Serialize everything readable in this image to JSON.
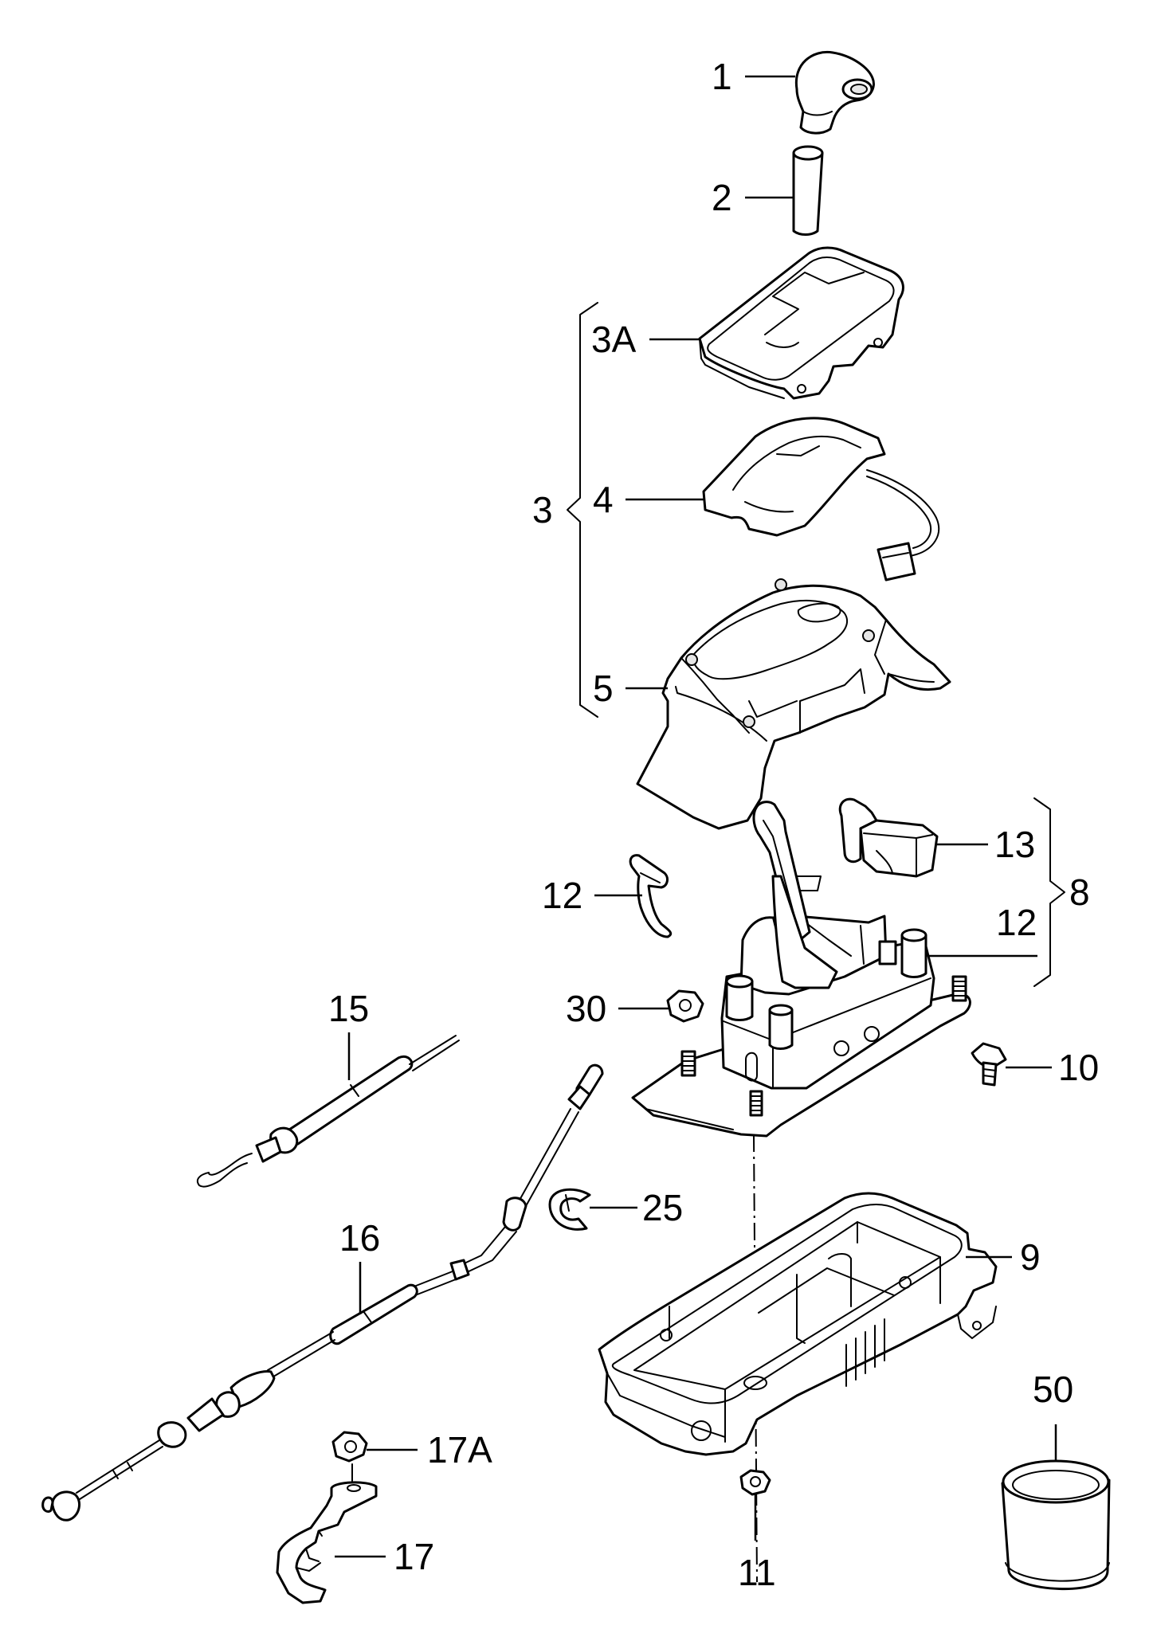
{
  "callouts": {
    "c1": "1",
    "c2": "2",
    "c3": "3",
    "c3A": "3A",
    "c4": "4",
    "c5": "5",
    "c8": "8",
    "c9": "9",
    "c10": "10",
    "c11": "11",
    "c12a": "12",
    "c12b": "12",
    "c13": "13",
    "c15": "15",
    "c16": "16",
    "c17": "17",
    "c17A": "17A",
    "c25": "25",
    "c30": "30",
    "c50": "50"
  }
}
